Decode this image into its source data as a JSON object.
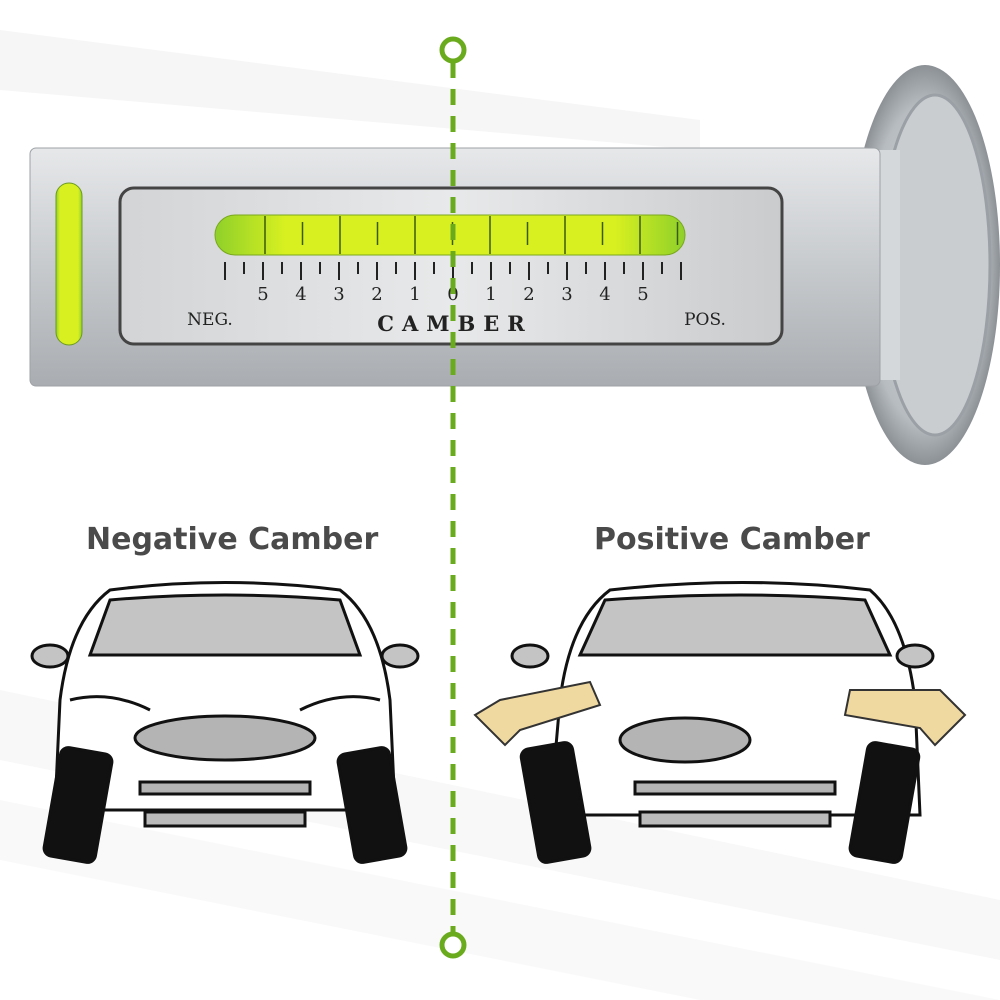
{
  "gauge": {
    "label": "CAMBER",
    "neg_label": "NEG.",
    "pos_label": "POS.",
    "scale_labels": [
      "5",
      "4",
      "3",
      "2",
      "1",
      "0",
      "1",
      "2",
      "3",
      "4",
      "5"
    ],
    "level_color": "#d8f020"
  },
  "headings": {
    "negative": "Negative Camber",
    "positive": "Positive Camber"
  },
  "colors": {
    "divider": "#6aab1e",
    "heading": "#4a4a4a",
    "arrow": "#f0d9a0"
  }
}
